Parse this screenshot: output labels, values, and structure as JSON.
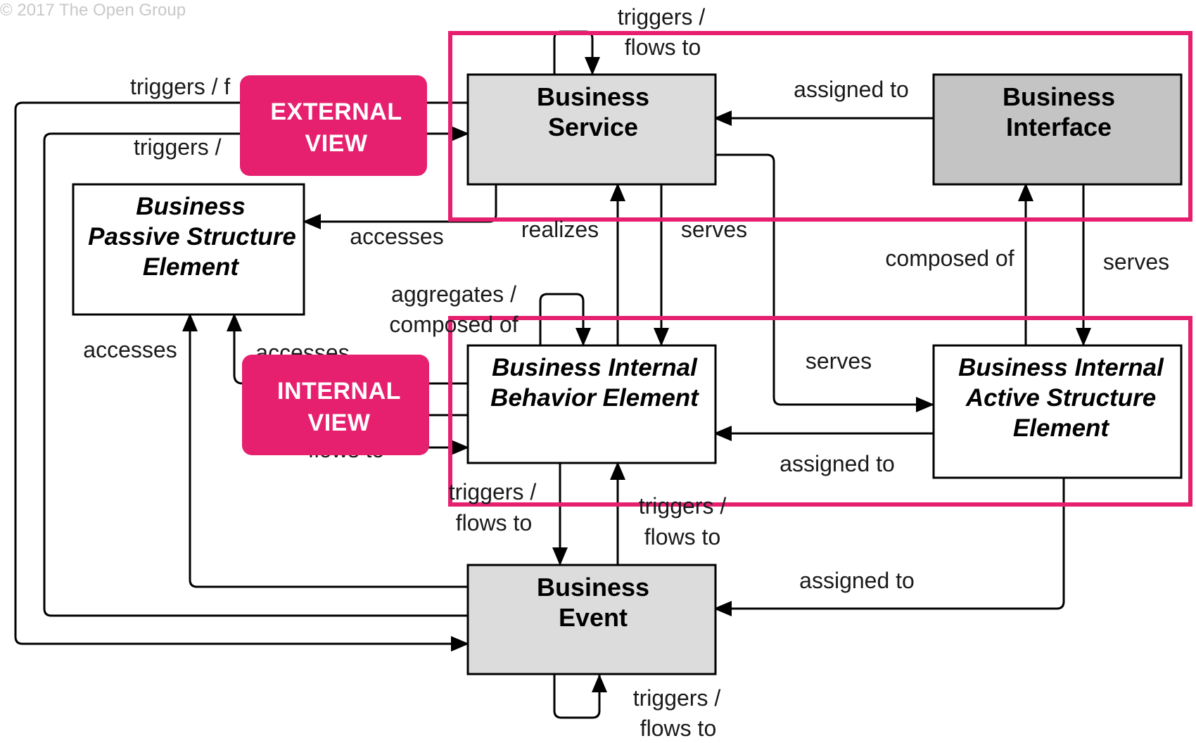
{
  "copyright": "© 2017 The Open Group",
  "colors": {
    "accent": "#e6206f",
    "node_light": "#dcdcdc",
    "node_dark": "#c4c4c4",
    "node_white": "#ffffff",
    "line": "#000000"
  },
  "views": {
    "external": {
      "line1": "EXTERNAL",
      "line2": "VIEW"
    },
    "internal": {
      "line1": "INTERNAL",
      "line2": "VIEW"
    }
  },
  "nodes": {
    "business_service": {
      "line1": "Business",
      "line2": "Service"
    },
    "business_interface": {
      "line1": "Business",
      "line2": "Interface"
    },
    "business_passive": {
      "line1": "Business",
      "line2": "Passive Structure",
      "line3": "Element"
    },
    "business_behavior": {
      "line1": "Business Internal",
      "line2": "Behavior Element"
    },
    "business_active": {
      "line1": "Business Internal",
      "line2": "Active Structure",
      "line3": "Element"
    },
    "business_event": {
      "line1": "Business",
      "line2": "Event"
    }
  },
  "edge_labels": {
    "service_self_1": "triggers /",
    "service_self_2": "flows to",
    "ext_triggers_1": "triggers / f",
    "ext_triggers_2": "triggers /",
    "assigned_interface": "assigned to",
    "accesses_service": "accesses",
    "realizes": "realizes",
    "serves_service": "serves",
    "composed_of": "composed of",
    "serves_interface": "serves",
    "aggregates_1": "aggregates /",
    "aggregates_2": "composed of",
    "accesses_event": "accesses",
    "accesses_behavior": "accesses",
    "serves_active": "serves",
    "assigned_behavior": "assigned to",
    "flows_hidden": "flows to",
    "behavior_event_1": "triggers /",
    "behavior_event_2": "flows to",
    "event_behavior_1": "triggers /",
    "event_behavior_2": "flows to",
    "assigned_event": "assigned to",
    "event_self_1": "triggers /",
    "event_self_2": "flows to"
  }
}
